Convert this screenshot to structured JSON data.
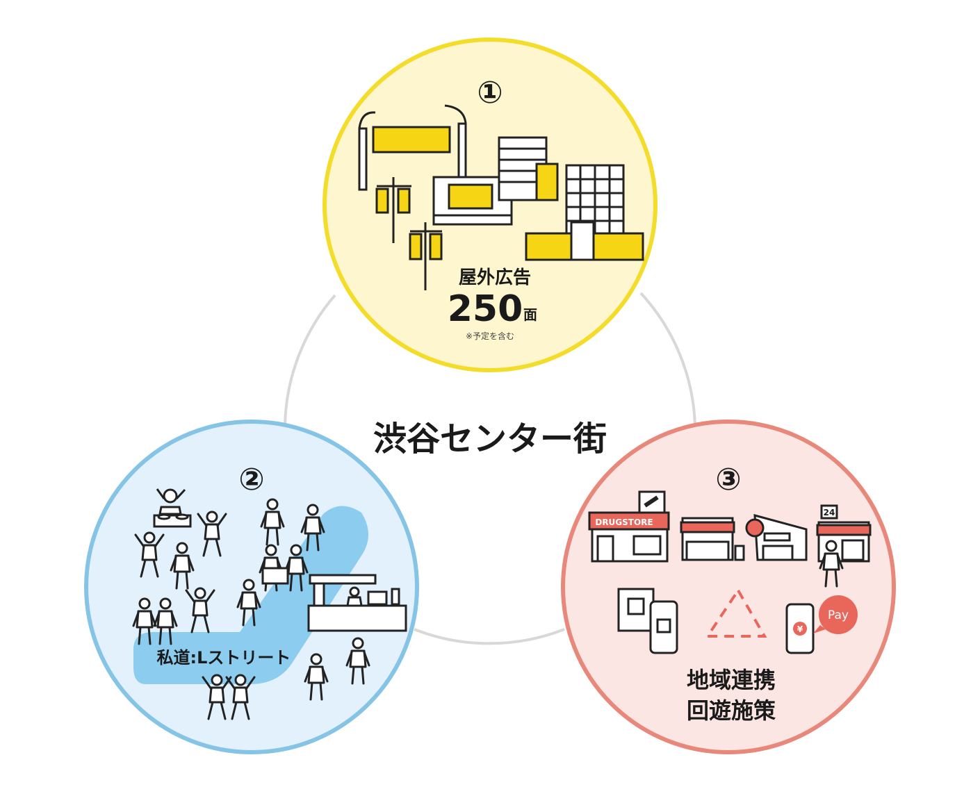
{
  "center": {
    "title": "渋谷センター街"
  },
  "circle1": {
    "number": "①",
    "label": "屋外広告",
    "count": "250",
    "unit": "面",
    "note": "※予定を含む"
  },
  "circle2": {
    "number": "②",
    "street_label": "私道:Lストリート"
  },
  "circle3": {
    "number": "③",
    "drugstore_sign": "DRUGSTORE",
    "store24_sign": "24",
    "pay_label": "Pay",
    "yen_symbol": "¥",
    "label_line1": "地域連携",
    "label_line2": "回遊施策"
  },
  "colors": {
    "circle1_fill": "#fdf6cf",
    "circle1_border": "#f3dc2a",
    "circle2_fill": "#e2f1fb",
    "circle2_border": "#86c4e6",
    "circle2_path": "#8cccef",
    "circle3_fill": "#fbe6e4",
    "circle3_border": "#e8887b",
    "accent_red": "#e8675a",
    "accent_yellow": "#f6d514",
    "connector": "#d8d8d8"
  }
}
